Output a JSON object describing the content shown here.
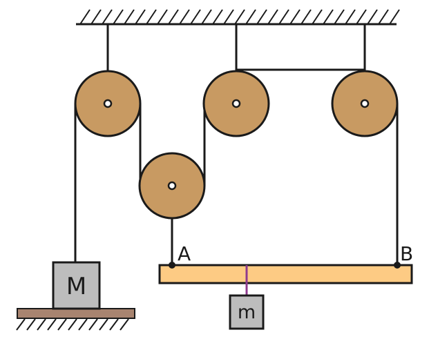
{
  "labels": {
    "point_a": "A",
    "point_b": "B",
    "block_large": "M",
    "block_small": "m"
  },
  "colors": {
    "pulley_fill": "#c89a62",
    "beam_fill": "#fdcb84",
    "block_fill": "#bdbdbd",
    "ground_fill": "#a88470",
    "rope": "#1a1a1a",
    "hanger": "#8e3a8e",
    "outline": "#1a1a1a"
  }
}
